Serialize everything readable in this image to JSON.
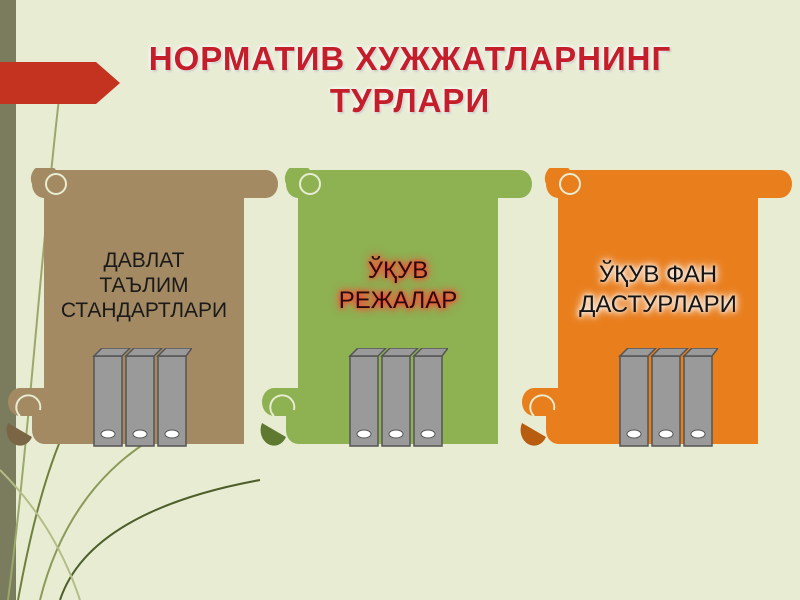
{
  "title": {
    "line1": "НОРМАТИВ ХУЖЖАТЛАРНИНГ",
    "line2": "ТУРЛАРИ"
  },
  "scrolls": [
    {
      "lines": [
        "ДАВЛАТ",
        "ТАЪЛИМ",
        "СТАНДАРТЛАРИ"
      ],
      "color": "#a38a63"
    },
    {
      "lines": [
        "ЎҚУВ",
        "РЕЖАЛАР"
      ],
      "color": "#8eb152"
    },
    {
      "lines": [
        "ЎҚУВ ФАН",
        "ДАСТУРЛАРИ"
      ],
      "color": "#e97e1d"
    }
  ],
  "colors": {
    "background": "#e8ecd3",
    "title": "#c41e2a",
    "accent_arrow": "#c4331f",
    "binder": "#9a9a9a"
  },
  "icons": {
    "binder": "binder-folders-icon",
    "arrow": "red-arrow-shape"
  }
}
